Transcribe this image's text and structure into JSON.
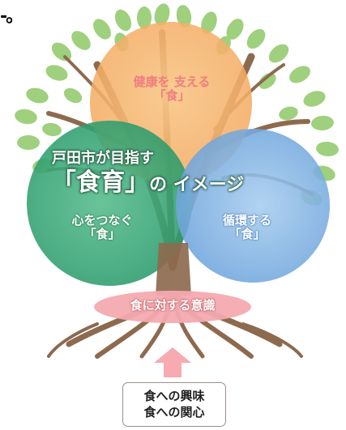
{
  "top_fragment": "-。",
  "circles": {
    "orange": {
      "line1": "健康を 支える",
      "line2": "「食」",
      "color": "#f6b36a"
    },
    "green": {
      "line1": "心をつなぐ",
      "line2": "「食」",
      "color": "#36a77a"
    },
    "blue": {
      "line1": "循環する",
      "line2": "「食」",
      "color": "#7fb3e3"
    }
  },
  "center_title": {
    "line1": "戸田市が目指す",
    "line2_main": "「食育」",
    "line2_rest": "の イメージ"
  },
  "roots_label": "食に対する意識",
  "base_box": {
    "line1": "食への興味",
    "line2": "食への関心"
  },
  "colors": {
    "leaf": "#9fd07e",
    "trunk": "#8d6a4e",
    "roots_ellipse": "#f4aab0",
    "arrow": "#f7aab0"
  }
}
